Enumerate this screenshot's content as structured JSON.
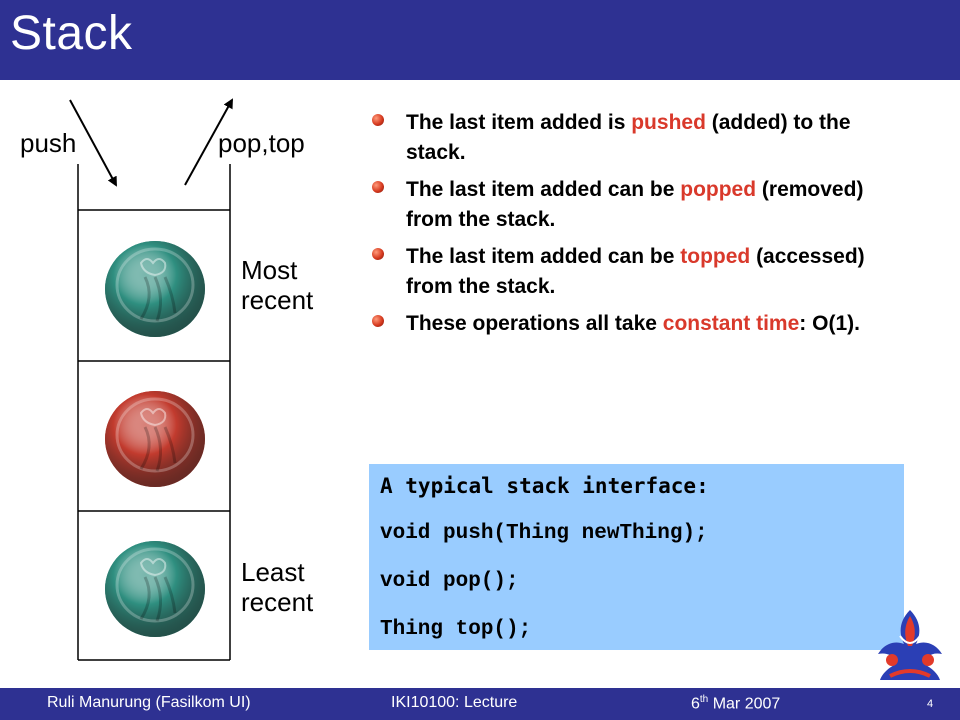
{
  "header": {
    "title": "Stack"
  },
  "diagram": {
    "push_label": "push",
    "pop_top_label": "pop,top",
    "most_recent_line1": "Most",
    "most_recent_line2": "recent",
    "least_recent_line1": "Least",
    "least_recent_line2": "recent",
    "coin_colors": [
      "#2f8f80",
      "#c23b2e",
      "#2f8f80"
    ]
  },
  "bullets": [
    {
      "before": "The last item added is ",
      "highlight": "pushed",
      "after": " (added) to the stack."
    },
    {
      "before": "The last item added can be ",
      "highlight": "popped",
      "after": " (removed) from the stack."
    },
    {
      "before": "The last item added can be ",
      "highlight": "topped",
      "after": " (accessed) from the stack."
    },
    {
      "before": "These operations all take ",
      "highlight": "constant time",
      "after": ": O(1)."
    }
  ],
  "code_box": {
    "heading": "A typical stack interface:",
    "lines": [
      "void push(Thing newThing);",
      "void pop();",
      "Thing top();"
    ]
  },
  "footer": {
    "author": "Ruli Manurung (Fasilkom UI)",
    "course": "IKI10100: Lecture",
    "date_day": "6",
    "date_suffix": "th",
    "date_rest": " Mar 2007",
    "page_number": "4"
  },
  "colors": {
    "bar": "#2e3192",
    "highlight": "#d9392b",
    "code_bg": "#99ccff"
  }
}
